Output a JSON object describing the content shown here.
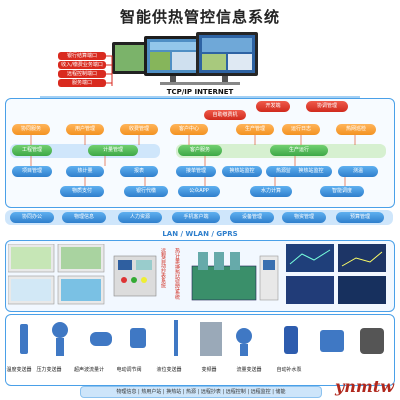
{
  "title": "智能供热管控信息系统",
  "network_label": "TCP/IP INTERNET",
  "lan_label": "LAN / WLAN / GPRS",
  "top_tags": [
    "银行结算端口",
    "收入/缴费业务端口",
    "远程控制端口",
    "服务端口"
  ],
  "row0_buttons": [
    "开发端",
    "协调管理"
  ],
  "row1_buttons": [
    "协同服务",
    "用户管理",
    "收费管理",
    "客户中心",
    "自助缴费机",
    "生产管理",
    "运行日志",
    "热网巡检"
  ],
  "row2_buttons": [
    "工程管理",
    "计量管理",
    "客户服务",
    "生产运行"
  ],
  "row3_buttons": [
    "项目管理",
    "热计量",
    "报表",
    "接单管理",
    "换热站监控",
    "热源监控",
    "换热站监控",
    "测温"
  ],
  "row4_buttons": [
    "物质支付",
    "银行代缴",
    "公众APP",
    "水力计算",
    "智能调度"
  ],
  "side_labels": {
    "left": "远程自动抄表系统",
    "right": "热计量/换热站监控系统"
  },
  "integration_row": [
    "协同办公",
    "物理信息",
    "人力资源",
    "手机客户端",
    "设备管理",
    "物资管理",
    "预算管理"
  ],
  "devices": [
    "温度变送器",
    "压力变送器",
    "超声波流量计",
    "电动调节阀",
    "液位变送器",
    "变频器",
    "流量变送器",
    "自动补水泵"
  ],
  "footer": "物理信息 | 热用户站 | 换热站 | 热源 | 远程抄表 | 远程控制 | 远程监控 | 储能",
  "watermark": "ynmtw",
  "colors": {
    "blue": "#2f7fcc",
    "green": "#3ea847",
    "orange": "#f39221",
    "red": "#d02a1d"
  }
}
